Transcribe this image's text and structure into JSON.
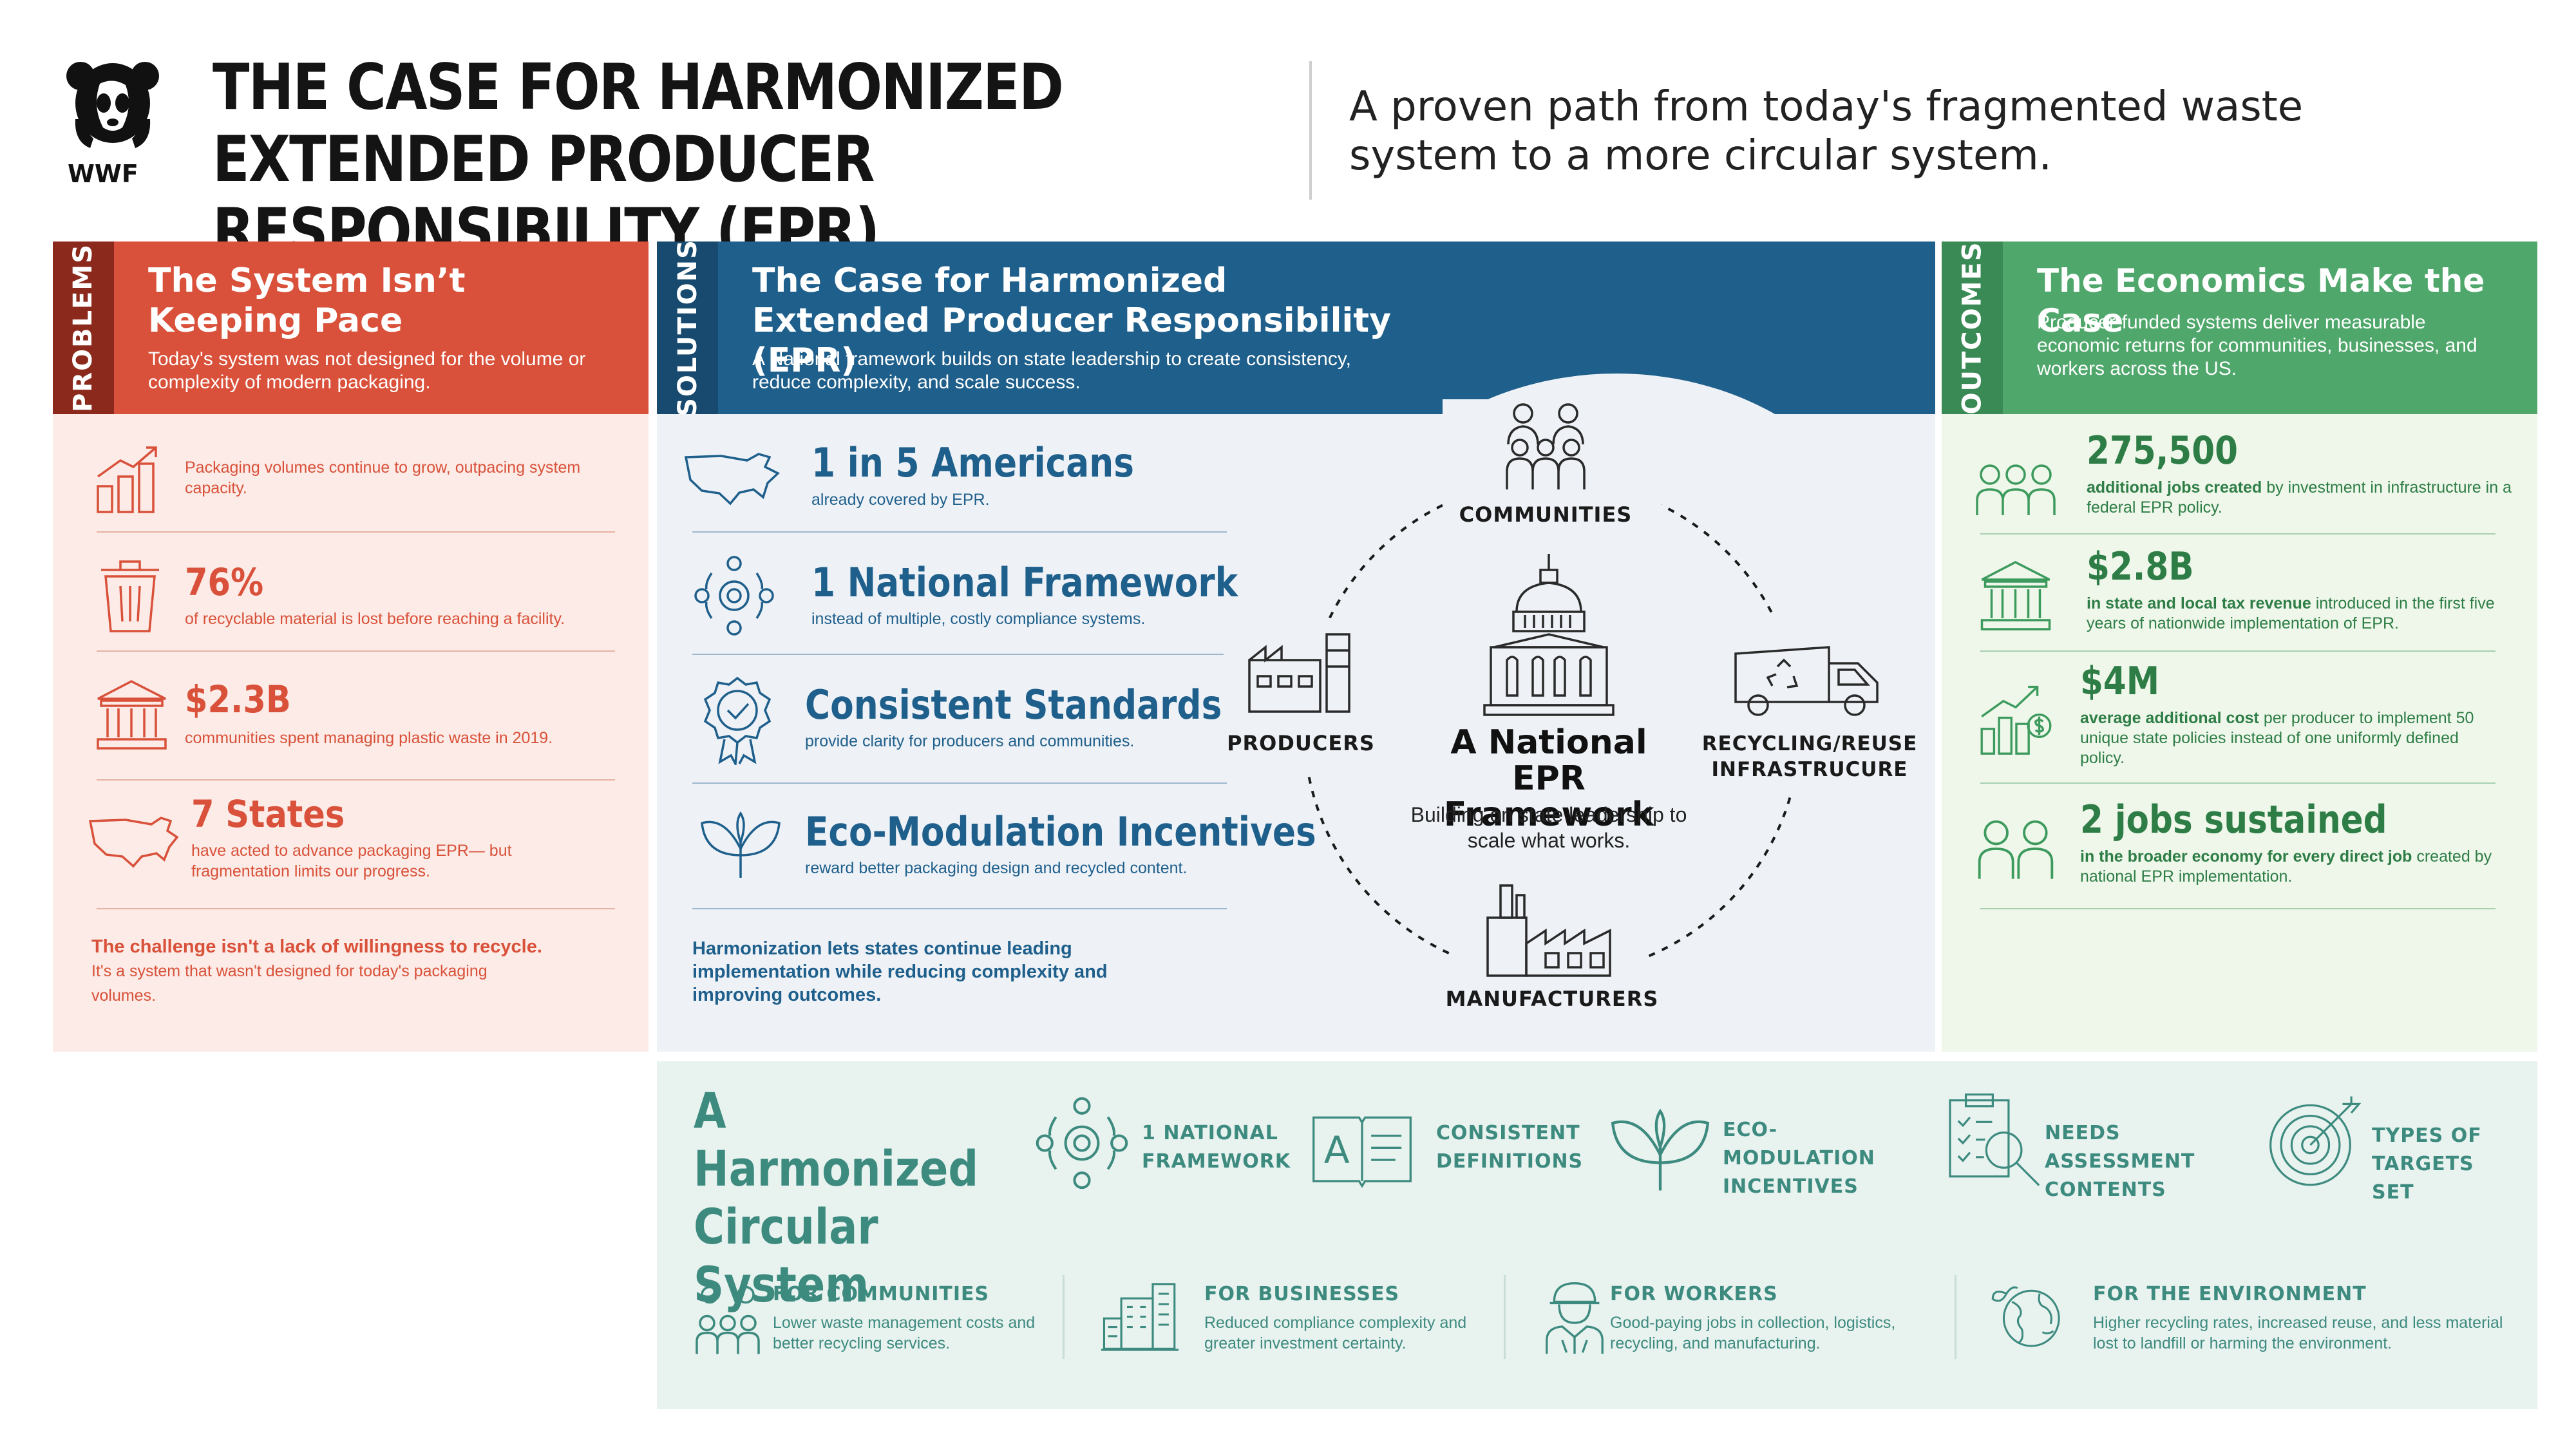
{
  "header": {
    "brand": "WWF",
    "title": "THE CASE FOR HARMONIZED EXTENDED PRODUCER RESPONSIBILITY (EPR)",
    "tagline": "A proven path from today's fragmented waste system to a more circular system."
  },
  "problems": {
    "tab": "PROBLEMS",
    "title": "The System Isn’t Keeping Pace",
    "subtitle": "Today's system was not designed for the volume or complexity of modern packaging.",
    "items": [
      {
        "icon": "growth-chart-icon",
        "stat": "",
        "desc": "Packaging volumes continue to grow, outpacing system capacity."
      },
      {
        "icon": "trash-can-icon",
        "stat": "76%",
        "desc": "of recyclable material is lost before reaching a facility."
      },
      {
        "icon": "government-building-icon",
        "stat": "$2.3B",
        "desc": "communities spent managing plastic waste in 2019."
      },
      {
        "icon": "us-map-icon",
        "stat": "7 States",
        "desc": "have acted to advance packaging EPR— but fragmentation limits our progress."
      }
    ],
    "closing_bold": "The challenge isn't a lack of willingness to recycle.",
    "closing_rest": "It's a system that wasn't designed for today's packaging volumes."
  },
  "solutions": {
    "tab": "SOLUTIONS",
    "title": "The Case for Harmonized Extended Producer Responsibility (EPR)",
    "subtitle": "A National framework builds on state leadership to create consistency, reduce complexity, and scale success.",
    "items": [
      {
        "icon": "us-map-icon",
        "title": "1 in 5 Americans",
        "desc": "already covered by EPR."
      },
      {
        "icon": "gear-network-icon",
        "title": "1 National Framework",
        "desc": "instead of multiple, costly compliance systems."
      },
      {
        "icon": "badge-check-icon",
        "title": "Consistent Standards",
        "desc": "provide clarity for producers and communities."
      },
      {
        "icon": "sprout-icon",
        "title": "Eco-Modulation Incentives",
        "desc": "reward better packaging design and recycled content."
      }
    ],
    "closing": "Harmonization lets states continue leading implementation while reducing complexity and improving outcomes.",
    "hub": {
      "title": "A National EPR Framework",
      "subtitle": "Building on state leadership to scale what works.",
      "nodes": {
        "communities": "COMMUNITIES",
        "producers": "PRODUCERS",
        "recycling": "RECYCLING/REUSE INFRASTRUCURE",
        "manufacturers": "MANUFACTURERS"
      }
    }
  },
  "outcomes": {
    "tab": "OUTCOMES",
    "title": "The Economics Make the Case",
    "subtitle": "Producer-funded systems deliver measurable economic returns for communities, businesses, and workers across the US.",
    "items": [
      {
        "icon": "people-group-icon",
        "stat": "275,500",
        "bold": "additional jobs created",
        "rest": " by investment in infrastructure in a federal EPR policy."
      },
      {
        "icon": "government-building-icon",
        "stat": "$2.8B",
        "bold": "in state and local tax revenue",
        "rest": " introduced in the first five years of nationwide implementation of EPR."
      },
      {
        "icon": "dollar-chart-icon",
        "stat": "$4M",
        "bold": "average additional cost",
        "rest": " per producer to implement 50 unique state policies instead of one uniformly defined policy."
      },
      {
        "icon": "two-people-icon",
        "stat": "2 jobs sustained",
        "bold": "in the broader economy for every direct job",
        "rest": " created by national EPR implementation."
      }
    ]
  },
  "harmonized": {
    "title": "A Harmonized Circular System",
    "features": [
      {
        "icon": "gear-network-icon",
        "label": "1 NATIONAL FRAMEWORK"
      },
      {
        "icon": "open-book-icon",
        "label": "CONSISTENT DEFINITIONS"
      },
      {
        "icon": "sprout-icon",
        "label": "ECO-MODULATION INCENTIVES"
      },
      {
        "icon": "clipboard-search-icon",
        "label": "NEEDS ASSESSMENT CONTENTS"
      },
      {
        "icon": "target-icon",
        "label": "TYPES OF TARGETS SET"
      }
    ],
    "benefits": [
      {
        "icon": "community-icon",
        "title": "FOR COMMUNITIES",
        "desc": "Lower waste management costs and better recycling services."
      },
      {
        "icon": "city-buildings-icon",
        "title": "FOR BUSINESSES",
        "desc": "Reduced compliance complexity and greater investment certainty."
      },
      {
        "icon": "worker-icon",
        "title": "FOR WORKERS",
        "desc": "Good-paying jobs in collection, logistics, recycling, and manufacturing."
      },
      {
        "icon": "globe-leaf-icon",
        "title": "FOR THE ENVIRONMENT",
        "desc": "Higher recycling rates, increased reuse, and less material lost to landfill or harming the environment."
      }
    ]
  },
  "colors": {
    "problems": "#d9513a",
    "solutions": "#1f5f8b",
    "outcomes": "#4fa76b",
    "harmonized": "#3d8a7f"
  }
}
